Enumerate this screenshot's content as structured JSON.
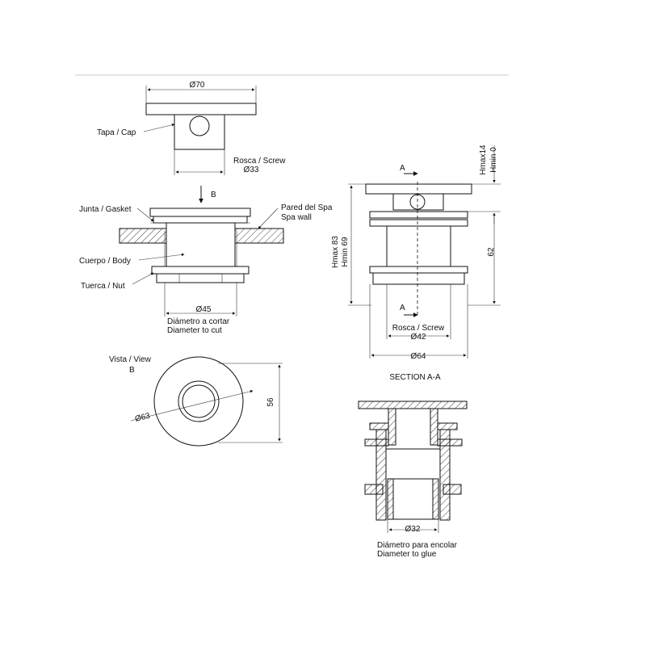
{
  "labels": {
    "cap": "Tapa / Cap",
    "screw_top": "Rosca / Screw",
    "d33": "Ø33",
    "d70": "Ø70",
    "arrow_b": "B",
    "gasket": "Junta / Gasket",
    "spa_wall_1": "Pared del Spa",
    "spa_wall_2": "Spa wall",
    "body": "Cuerpo / Body",
    "nut": "Tuerca / Nut",
    "d45": "Ø45",
    "cut_1": "Diámetro a cortar",
    "cut_2": "Diameter to cut",
    "view_1": "Vista / View",
    "view_2": "B",
    "d63": "Ø63",
    "dim56": "56",
    "hmax14": "Hmax14",
    "hmin0": "Hmin 0",
    "hmax83": "Hmax 83",
    "hmin69": "Hmin 69",
    "dim62": "62",
    "a_top": "A",
    "a_bottom": "A",
    "screw_right": "Rosca / Screw",
    "d42": "Ø42",
    "d64": "Ø64",
    "section": "SECTION A-A",
    "d32": "Ø32",
    "glue_1": "Diámetro para encolar",
    "glue_2": "Diameter to glue"
  }
}
